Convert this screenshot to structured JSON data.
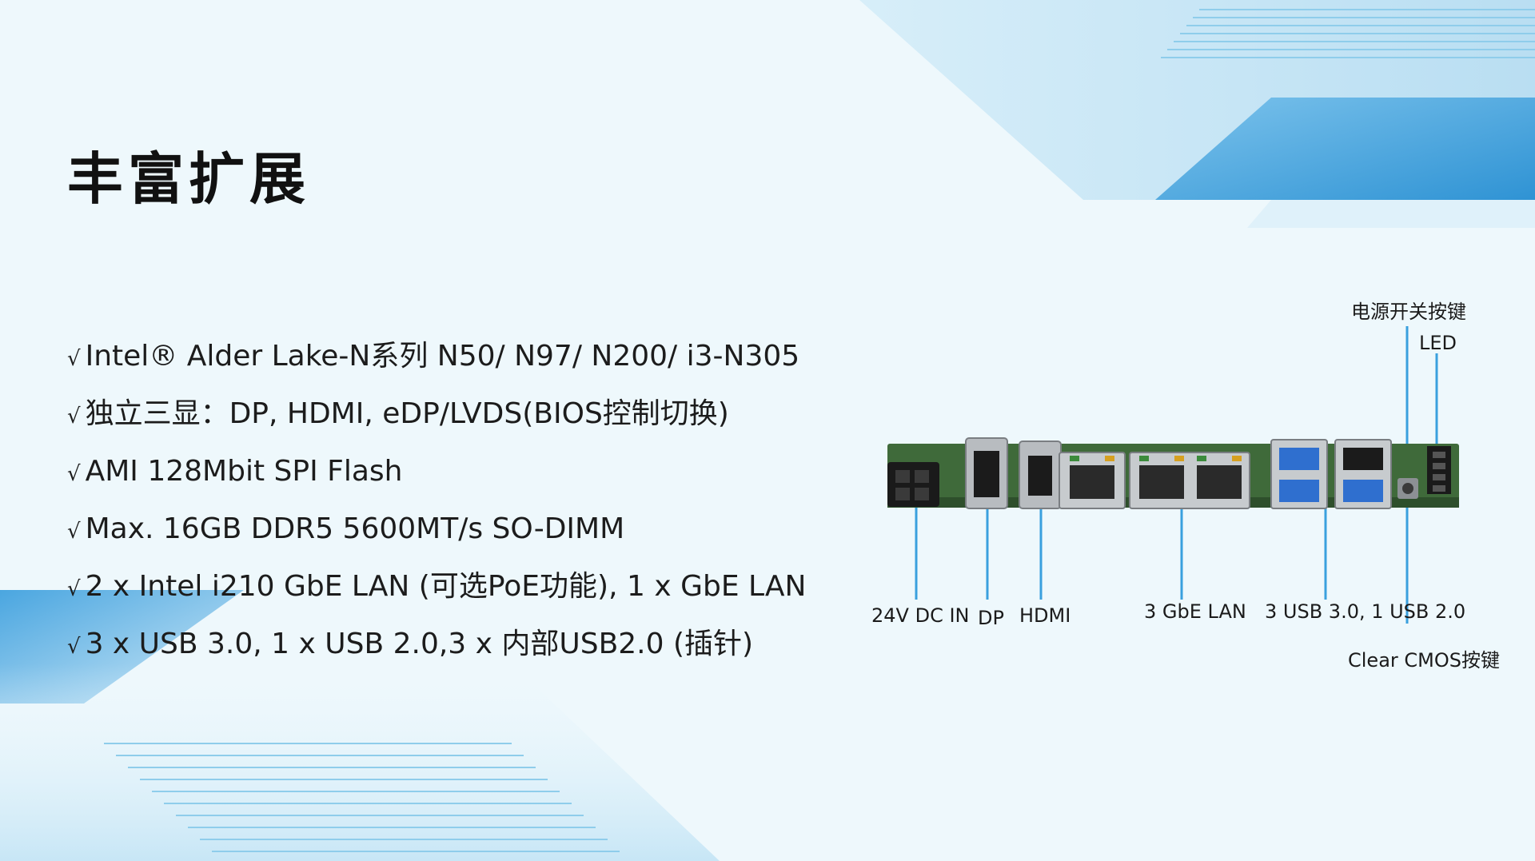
{
  "title": "丰富扩展",
  "features": [
    "Intel® Alder Lake-N系列 N50/ N97/ N200/ i3-N305",
    "独立三显：DP, HDMI, eDP/LVDS(BIOS控制切换)",
    "AMI 128Mbit SPI Flash",
    "Max. 16GB DDR5 5600MT/s SO-DIMM",
    "2 x Intel i210 GbE LAN (可选PoE功能), 1 x GbE LAN",
    "3 x USB 3.0, 1 x USB 2.0,3 x 内部USB2.0 (插针)"
  ],
  "check_mark": "√",
  "board_labels": {
    "power_button": "电源开关按键",
    "led": "LED",
    "dc_in": "24V DC IN",
    "dp": "DP",
    "hdmi": "HDMI",
    "lan": "3 GbE LAN",
    "usb": "3 USB 3.0, 1 USB 2.0",
    "clear_cmos": "Clear CMOS按键"
  },
  "colors": {
    "accent": "#3aa0de",
    "accent_light": "#a9d9f2",
    "background": "#eef8fc",
    "pcb": "#3f6a3a"
  }
}
